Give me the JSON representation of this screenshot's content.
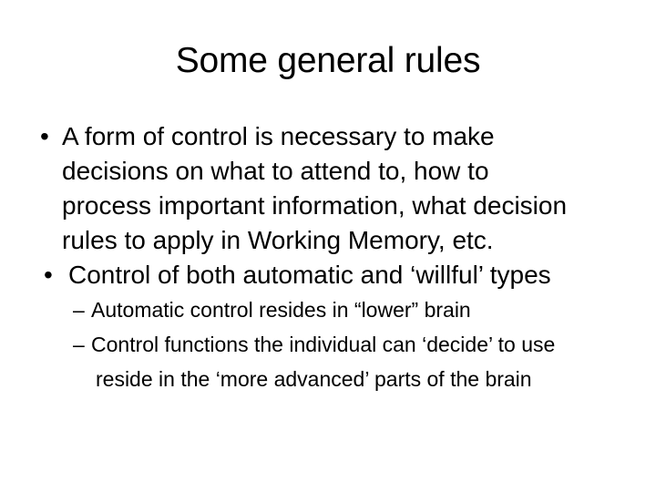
{
  "slide": {
    "title": "Some general rules",
    "background_color": "#ffffff",
    "text_color": "#000000",
    "bullets": [
      {
        "marker": "•",
        "lines": [
          "A form of control is necessary to make",
          "decisions on what to attend to, how to",
          "process important information, what decision",
          "rules to apply in Working Memory, etc."
        ]
      },
      {
        "marker": "•",
        "lines": [
          "Control of both automatic and ‘willful’ types"
        ]
      }
    ],
    "sub_bullets": [
      {
        "marker": "–",
        "lines": [
          "Automatic control resides in “lower” brain"
        ]
      },
      {
        "marker": "–",
        "lines": [
          "Control functions the individual can ‘decide’ to use",
          "reside in the ‘more advanced’ parts of the brain"
        ]
      }
    ]
  }
}
